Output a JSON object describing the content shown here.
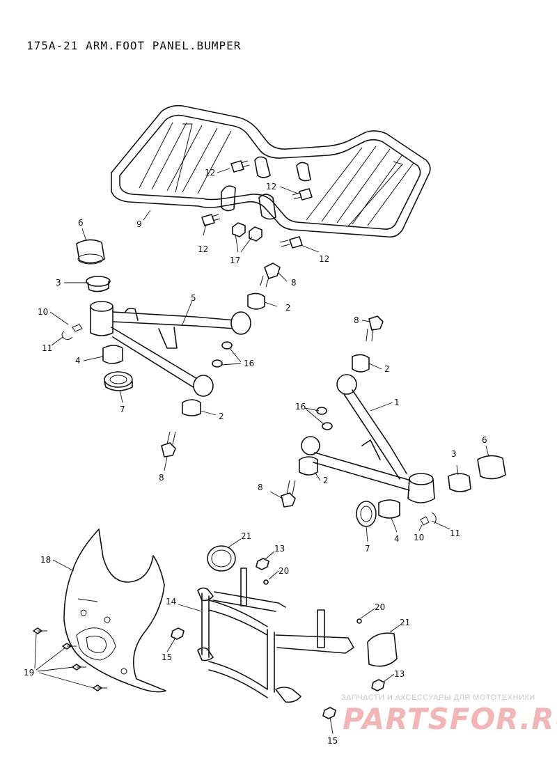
{
  "title": "175A-21 ARM.FOOT PANEL.BUMPER",
  "watermark": {
    "caption": "ЗАПЧАСТИ И АКСЕССУАРЫ ДЛЯ МОТОТЕХНИКИ",
    "logo": "PARTSFOR.RU"
  },
  "callouts": [
    {
      "id": "c9",
      "label": "9"
    },
    {
      "id": "c12a",
      "label": "12"
    },
    {
      "id": "c12b",
      "label": "12"
    },
    {
      "id": "c12c",
      "label": "12"
    },
    {
      "id": "c12d",
      "label": "12"
    },
    {
      "id": "c17",
      "label": "17"
    },
    {
      "id": "c6a",
      "label": "6"
    },
    {
      "id": "c3a",
      "label": "3"
    },
    {
      "id": "c10a",
      "label": "10"
    },
    {
      "id": "c11a",
      "label": "11"
    },
    {
      "id": "c4a",
      "label": "4"
    },
    {
      "id": "c7a",
      "label": "7"
    },
    {
      "id": "c5",
      "label": "5"
    },
    {
      "id": "c8a",
      "label": "8"
    },
    {
      "id": "c2a",
      "label": "2"
    },
    {
      "id": "c16a",
      "label": "16"
    },
    {
      "id": "c2b",
      "label": "2"
    },
    {
      "id": "c8b",
      "label": "8"
    },
    {
      "id": "c8c",
      "label": "8"
    },
    {
      "id": "c2c",
      "label": "2"
    },
    {
      "id": "c1",
      "label": "1"
    },
    {
      "id": "c16b",
      "label": "16"
    },
    {
      "id": "c2d",
      "label": "2"
    },
    {
      "id": "c8d",
      "label": "8"
    },
    {
      "id": "c6b",
      "label": "6"
    },
    {
      "id": "c3b",
      "label": "3"
    },
    {
      "id": "c7b",
      "label": "7"
    },
    {
      "id": "c4b",
      "label": "4"
    },
    {
      "id": "c10b",
      "label": "10"
    },
    {
      "id": "c11b",
      "label": "11"
    },
    {
      "id": "c18",
      "label": "18"
    },
    {
      "id": "c21a",
      "label": "21"
    },
    {
      "id": "c13a",
      "label": "13"
    },
    {
      "id": "c20a",
      "label": "20"
    },
    {
      "id": "c14",
      "label": "14"
    },
    {
      "id": "c20b",
      "label": "20"
    },
    {
      "id": "c21b",
      "label": "21"
    },
    {
      "id": "c15a",
      "label": "15"
    },
    {
      "id": "c19",
      "label": "19"
    },
    {
      "id": "c13b",
      "label": "13"
    },
    {
      "id": "c15b",
      "label": "15"
    }
  ]
}
